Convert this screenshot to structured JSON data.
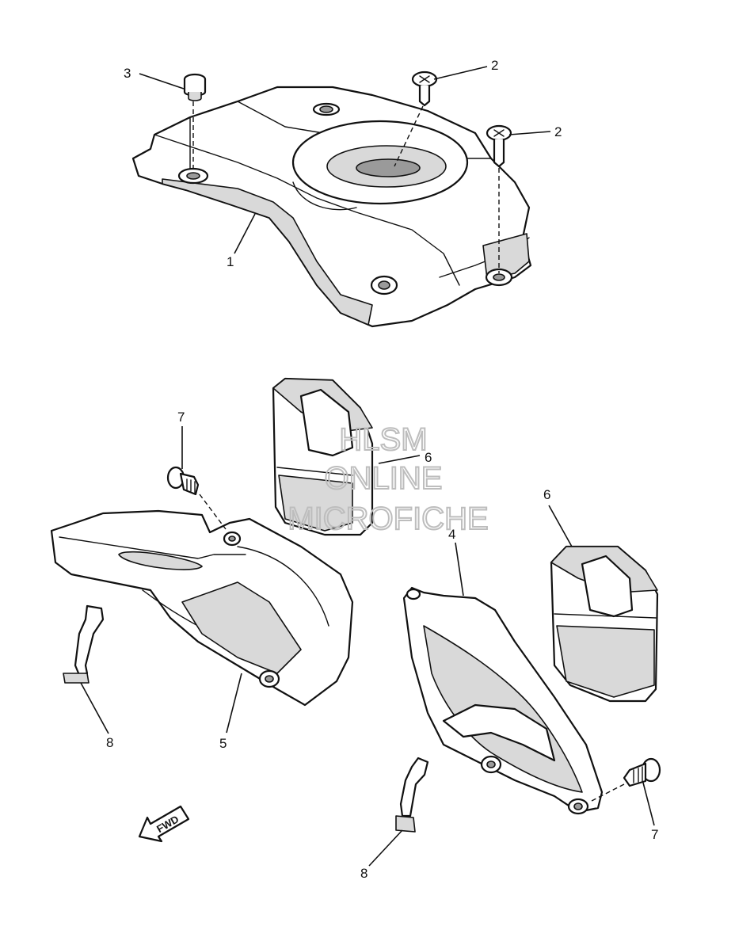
{
  "callouts": {
    "c1": "1",
    "c2a": "2",
    "c2b": "2",
    "c3": "3",
    "c4": "4",
    "c5": "5",
    "c6a": "6",
    "c6b": "6",
    "c7a": "7",
    "c7b": "7",
    "c8a": "8",
    "c8b": "8"
  },
  "watermark": {
    "line1": "HLSM",
    "line2": "ONLINE",
    "line3": "MICROFICHE"
  },
  "fwd_label": "FWD"
}
